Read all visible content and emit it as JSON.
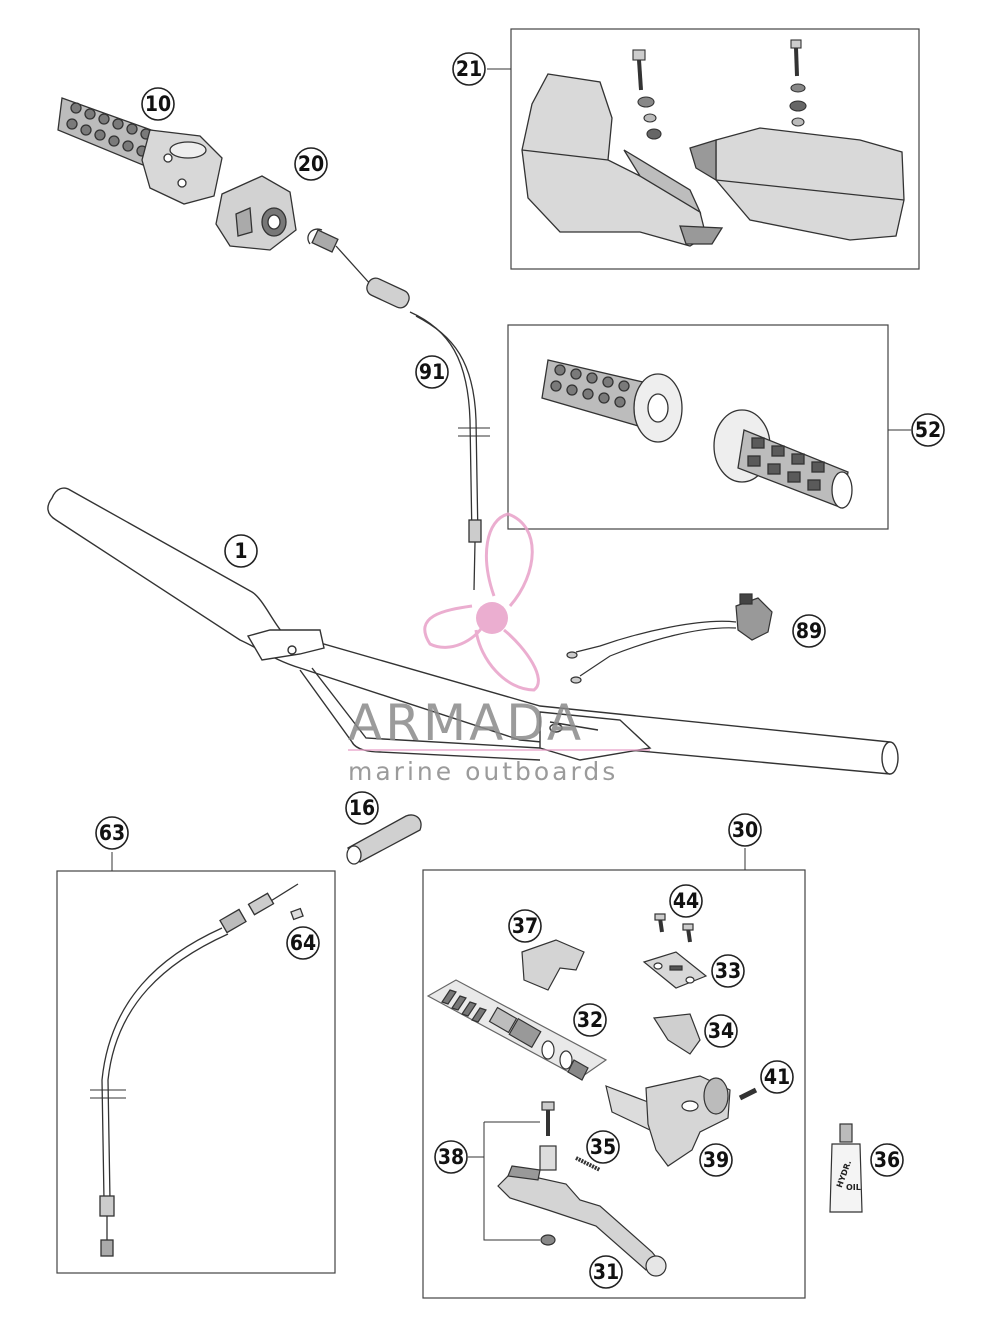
{
  "diagram": {
    "callouts": [
      "10",
      "20",
      "21",
      "91",
      "52",
      "1",
      "89",
      "16",
      "63",
      "64",
      "30",
      "37",
      "44",
      "33",
      "32",
      "34",
      "41",
      "39",
      "35",
      "38",
      "36",
      "31"
    ],
    "oil_label": [
      "HYDR.",
      "OIL"
    ]
  },
  "watermark": {
    "brand": "ARMADA",
    "tagline": "marine outboards",
    "accent_color": "#e8a0c8",
    "text_color": "#8a8a8a"
  }
}
